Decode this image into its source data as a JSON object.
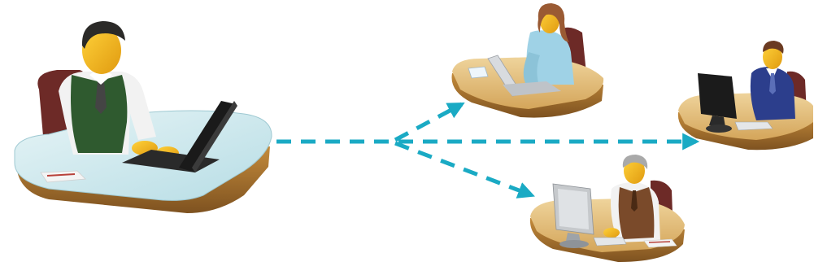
{
  "colors": {
    "arrow": "#1aaac4",
    "desk_top_wood": "#e0b76f",
    "desk_edge_wood": "#a9742f",
    "desk_top_glass": "#cfe9ee",
    "skin": "#f2b51a",
    "hair_dark": "#2b2a28",
    "hair_brown": "#9a5a33",
    "hair_grey": "#a9a9a9",
    "vest_green": "#2f5a2f",
    "vest_brown": "#7a4a2a",
    "suit_blue": "#2c3e8c",
    "shirt_white": "#f2f2f2",
    "shirt_lightblue": "#9fd2e6",
    "chair_red": "#7a2f2c",
    "laptop_black": "#1a1a1a",
    "laptop_silver": "#d8dbdf",
    "monitor_black": "#1b1b1b",
    "monitor_grey": "#c6c9cc",
    "paper": "#f4f4f4",
    "paper_red": "#b8413a"
  },
  "icons": {
    "sender": "businessman-at-laptop-icon",
    "recipient_top": "woman-at-laptop-icon",
    "recipient_right": "man-at-desktop-icon",
    "recipient_bottom": "grey-haired-man-at-desktop-icon"
  },
  "arrows": [
    "to-recipient-top",
    "to-recipient-right",
    "to-recipient-bottom"
  ]
}
